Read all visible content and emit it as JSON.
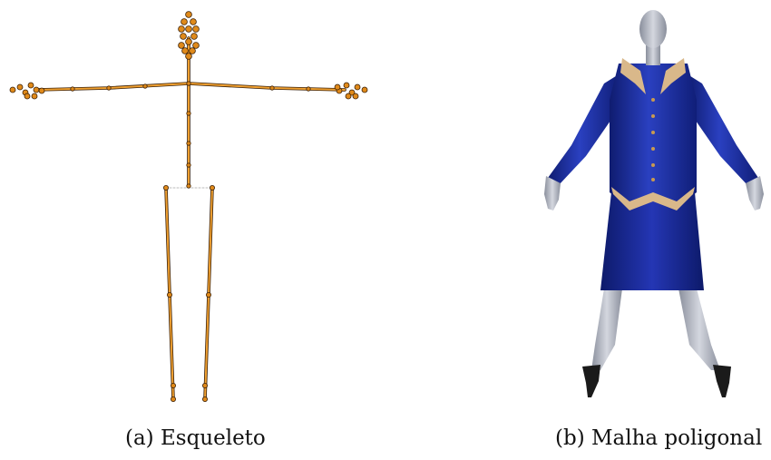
{
  "figure": {
    "subfigures": [
      {
        "id": "a",
        "caption": "(a) Esqueleto"
      },
      {
        "id": "b",
        "caption": "(b) Malha poligonal"
      }
    ],
    "colors": {
      "bone": "#f0a030",
      "bone_outline": "#3a2008",
      "joint": "#e08a1a",
      "jacket": "#1c2fa0",
      "jacket_shade": "#0f1c70",
      "collar": "#d9b88a",
      "skin": "#b8bcc8",
      "skin_shade": "#8a8f9c",
      "shoe": "#1a1a1a"
    }
  }
}
